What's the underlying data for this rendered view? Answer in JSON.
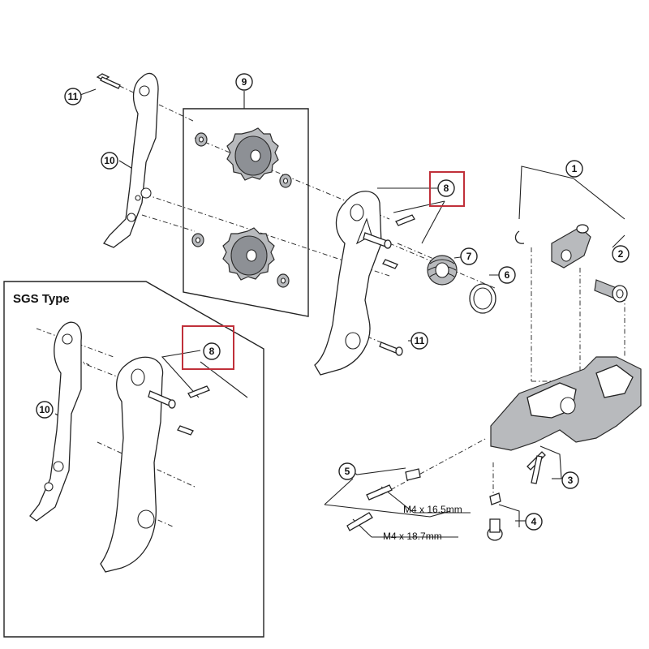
{
  "callouts": [
    {
      "id": "c1",
      "label": "1"
    },
    {
      "id": "c2",
      "label": "2"
    },
    {
      "id": "c3",
      "label": "3"
    },
    {
      "id": "c4",
      "label": "4"
    },
    {
      "id": "c5",
      "label": "5"
    },
    {
      "id": "c6",
      "label": "6"
    },
    {
      "id": "c7",
      "label": "7"
    },
    {
      "id": "c8",
      "label": "8"
    },
    {
      "id": "c8sgs",
      "label": "8"
    },
    {
      "id": "c9",
      "label": "9"
    },
    {
      "id": "c10",
      "label": "10"
    },
    {
      "id": "c10sgs",
      "label": "10"
    },
    {
      "id": "c11a",
      "label": "11"
    },
    {
      "id": "c11b",
      "label": "11"
    }
  ],
  "sgs_title": "SGS Type",
  "dimensions": {
    "bolt_short": "M4 x 16.5mm",
    "bolt_long": "M4 x 18.7mm"
  },
  "colors": {
    "highlight": "#c0303a",
    "part_fill": "#b8babd"
  }
}
